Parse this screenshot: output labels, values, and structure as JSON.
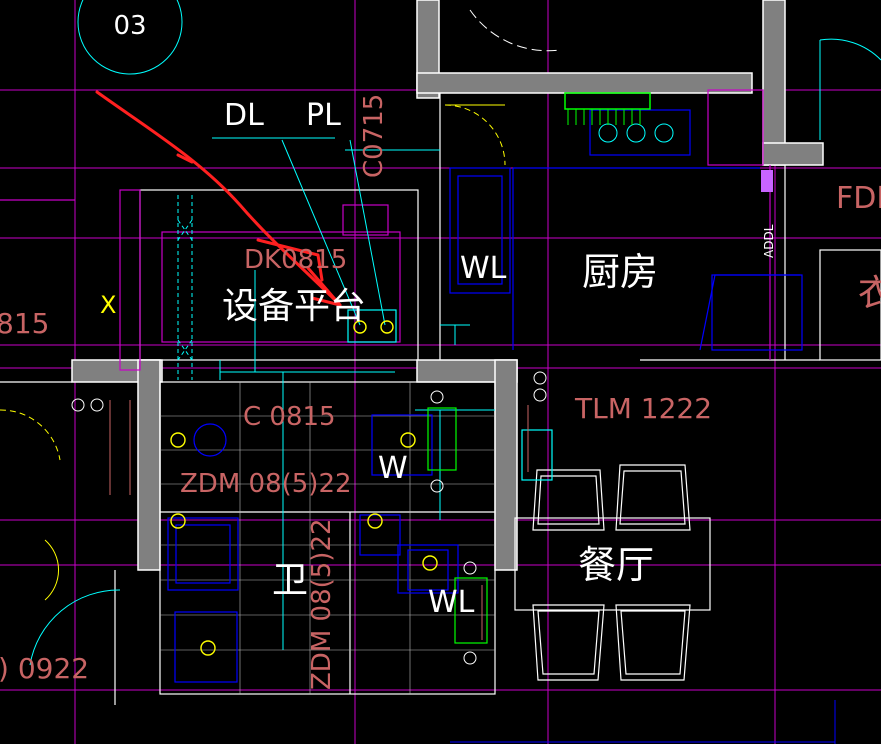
{
  "labels": {
    "circle_num": "03",
    "dl": "DL",
    "pl": "PL",
    "c0715": "C0715",
    "dk0815": "DK0815",
    "equipment_platform": "设备平台",
    "wl1": "WL",
    "kitchen": "厨房",
    "fdm_right": "FDM",
    "char_right": "衣",
    "left_815": "815",
    "left_x": "X",
    "c0815": "C 0815",
    "zdm_top": "ZDM 08(5)22",
    "w": "W",
    "tlm": "TLM 1222",
    "dining": "餐厅",
    "bathroom": "卫",
    "zdm_vertical": "ZDM 08(5)22",
    "wl2": "WL",
    "door_0922": ") 0922",
    "addl": "ADDL"
  },
  "colors": {
    "background": "#000000",
    "wall": "#ffffff",
    "wall_fill": "#808080",
    "grid": "#ff00ff",
    "cyan": "#00ffff",
    "blue": "#0000ff",
    "green": "#00ff00",
    "yellow": "#ffff00",
    "annotation_red": "#ff2020",
    "tag_text": "#c86464"
  }
}
